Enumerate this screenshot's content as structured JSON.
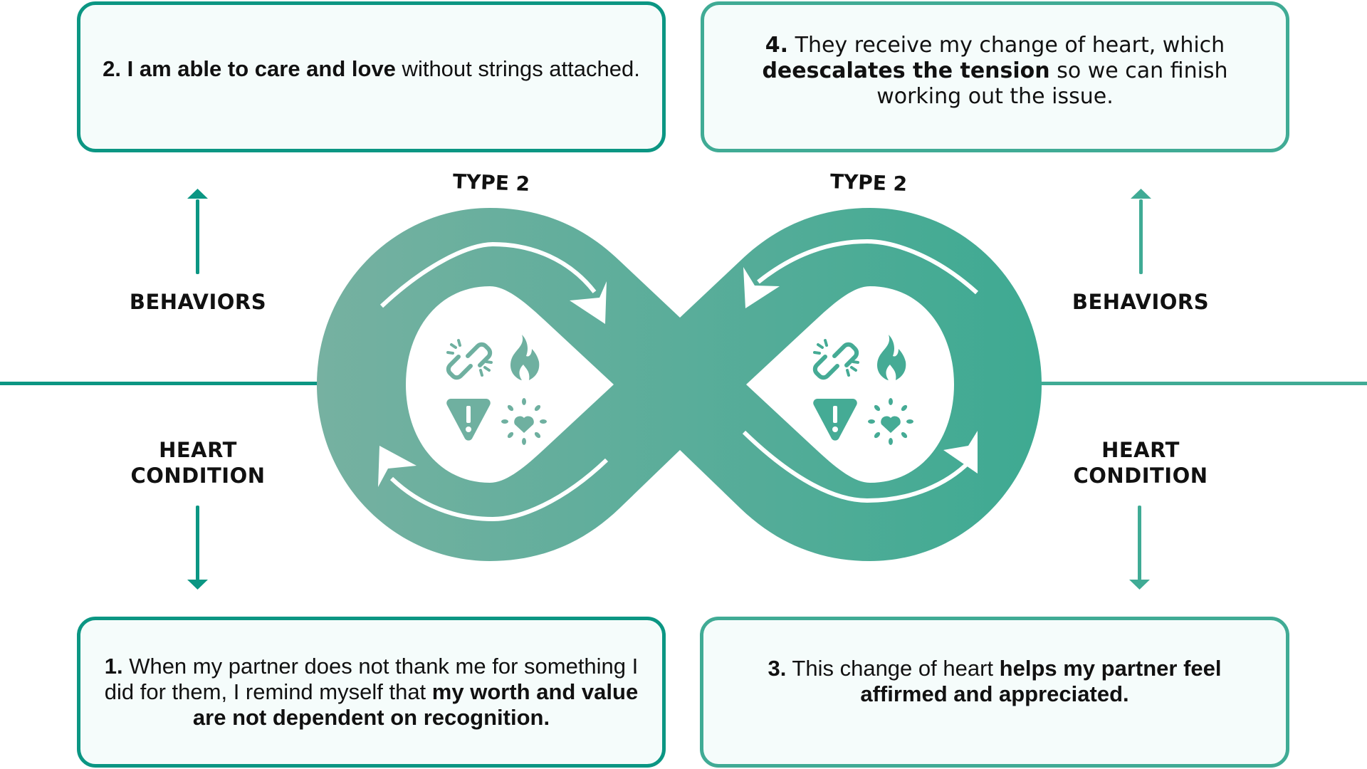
{
  "diagram": {
    "title_left": "TYPE 2",
    "title_right": "TYPE 2",
    "colors": {
      "divider_left": "#0b9683",
      "divider_right": "#40ab95",
      "loop_left": "#76b1a1",
      "loop_center": "#5aad9a",
      "loop_right": "#3eaa92",
      "box_fill": "#f5fcfb"
    }
  },
  "left_side": {
    "behaviors_label": "BEHAVIORS",
    "heart_label_line1": "HEART",
    "heart_label_line2": "CONDITION"
  },
  "right_side": {
    "behaviors_label": "BEHAVIORS",
    "heart_label_line1": "HEART",
    "heart_label_line2": "CONDITION"
  },
  "steps": [
    {
      "id": "step-1",
      "number": "1.",
      "parts": [
        {
          "text": " When my partner does not thank me for something I did for them, I remind myself that ",
          "bold": false
        },
        {
          "text": "my worth and value are not dependent on recognition.",
          "bold": true
        }
      ]
    },
    {
      "id": "step-2",
      "number": "2.",
      "parts": [
        {
          "text": " I am able to care and love",
          "bold": true
        },
        {
          "text": " without strings attached.",
          "bold": false
        }
      ]
    },
    {
      "id": "step-3",
      "number": "3.",
      "parts": [
        {
          "text": " This change of heart ",
          "bold": false
        },
        {
          "text": "helps my partner feel affirmed and appreciated.",
          "bold": true
        }
      ]
    },
    {
      "id": "step-4",
      "number": "4.",
      "parts": [
        {
          "text": " They receive my change of heart, which ",
          "bold": false
        },
        {
          "text": "deescalates the tension",
          "bold": true
        },
        {
          "text": " so we can finish working out the issue.",
          "bold": false
        }
      ]
    }
  ],
  "icons": [
    "broken-link-icon",
    "flame-icon",
    "warning-icon",
    "heart-burst-icon"
  ]
}
